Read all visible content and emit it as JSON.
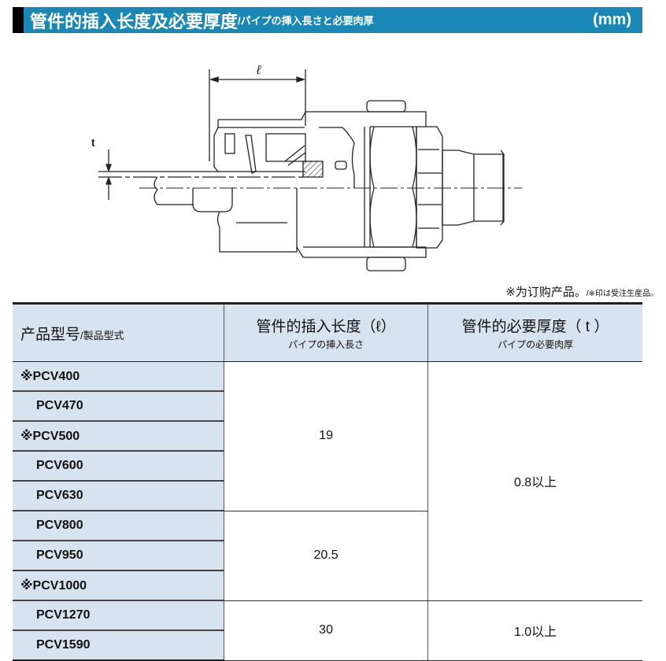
{
  "banner": {
    "title": "管件的插入长度及必要厚度",
    "subtitle": "/パイプの挿入長さと必要肉厚",
    "unit": "(mm)"
  },
  "diagram": {
    "length_label": "ℓ",
    "thickness_label": "t"
  },
  "note": {
    "main": "※为订购产品。",
    "sub": "/※印は受注生産品。"
  },
  "table": {
    "headers": [
      {
        "main": "产品型号",
        "sub": "/製品型式"
      },
      {
        "main": "管件的插入长度（ℓ）",
        "sub": "パイプの挿入長さ"
      },
      {
        "main": "管件的必要厚度（ t ）",
        "sub": "パイプの必要肉厚"
      }
    ],
    "models": [
      "※PCV400",
      "PCV470",
      "※PCV500",
      "PCV600",
      "PCV630",
      "PCV800",
      "PCV950",
      "※PCV1000",
      "PCV1270",
      "PCV1590"
    ],
    "lengths": [
      "19",
      "20.5",
      "30"
    ],
    "thickness": [
      "0.8以上",
      "1.0以上"
    ]
  }
}
